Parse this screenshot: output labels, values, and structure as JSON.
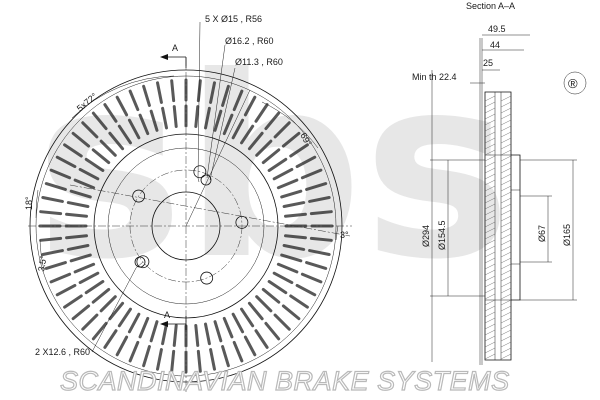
{
  "watermark": {
    "logo_text": "sbs",
    "registered_mark": "®",
    "company_name": "SCANDINAVIAN BRAKE SYSTEMS"
  },
  "front_view": {
    "callouts": {
      "bolt_holes": "5 X Ø15 , R56",
      "hole_a": "Ø16.2 , R60",
      "hole_b": "Ø11.3 , R60",
      "holes_c": "2 X12.6 , R60"
    },
    "angles": {
      "pattern": "5x72°",
      "a69": "69°",
      "a18": "18°",
      "a3": "3°",
      "a35": "3.5°"
    },
    "section_marks": [
      "A",
      "A"
    ],
    "bolt_hole_count": 5,
    "vent_rows": 2,
    "vent_count": 64
  },
  "section_view": {
    "title": "Section A–A",
    "dims": {
      "thickness_total": "49.5",
      "hub_height": "44",
      "disc_thickness": "25",
      "min_th": "Min th 22.4",
      "outer_dia": "Ø294",
      "pcd_dia": "Ø154.5",
      "center_dia": "Ø67",
      "hub_dia": "Ø165"
    }
  }
}
